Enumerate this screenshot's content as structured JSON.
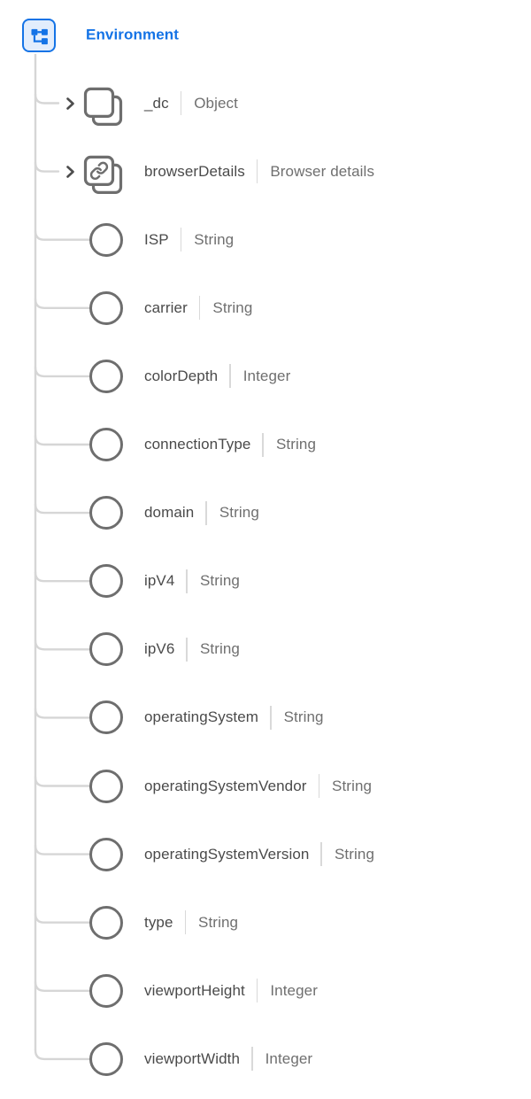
{
  "colors": {
    "accent": "#1473E6",
    "tree_line": "#D6D6D6",
    "node_stroke": "#6E6E6E",
    "field_name_text": "#4A4A4A",
    "field_type_text": "#6F6F6F",
    "root_icon_fill": "#E2EDFC"
  },
  "tree": {
    "root": {
      "label": "Environment",
      "icon": "schema-icon"
    },
    "fields": [
      {
        "name": "_dc",
        "type": "Object",
        "kind": "object",
        "icon": "object-icon",
        "expandable": true
      },
      {
        "name": "browserDetails",
        "type": "Browser details",
        "kind": "reference",
        "icon": "reference-icon",
        "expandable": true
      },
      {
        "name": "ISP",
        "type": "String",
        "kind": "field",
        "icon": "field-circle-icon",
        "expandable": false
      },
      {
        "name": "carrier",
        "type": "String",
        "kind": "field",
        "icon": "field-circle-icon",
        "expandable": false
      },
      {
        "name": "colorDepth",
        "type": "Integer",
        "kind": "field",
        "icon": "field-circle-icon",
        "expandable": false
      },
      {
        "name": "connectionType",
        "type": "String",
        "kind": "field",
        "icon": "field-circle-icon",
        "expandable": false
      },
      {
        "name": "domain",
        "type": "String",
        "kind": "field",
        "icon": "field-circle-icon",
        "expandable": false
      },
      {
        "name": "ipV4",
        "type": "String",
        "kind": "field",
        "icon": "field-circle-icon",
        "expandable": false
      },
      {
        "name": "ipV6",
        "type": "String",
        "kind": "field",
        "icon": "field-circle-icon",
        "expandable": false
      },
      {
        "name": "operatingSystem",
        "type": "String",
        "kind": "field",
        "icon": "field-circle-icon",
        "expandable": false
      },
      {
        "name": "operatingSystemVendor",
        "type": "String",
        "kind": "field",
        "icon": "field-circle-icon",
        "expandable": false
      },
      {
        "name": "operatingSystemVersion",
        "type": "String",
        "kind": "field",
        "icon": "field-circle-icon",
        "expandable": false
      },
      {
        "name": "type",
        "type": "String",
        "kind": "field",
        "icon": "field-circle-icon",
        "expandable": false
      },
      {
        "name": "viewportHeight",
        "type": "Integer",
        "kind": "field",
        "icon": "field-circle-icon",
        "expandable": false
      },
      {
        "name": "viewportWidth",
        "type": "Integer",
        "kind": "field",
        "icon": "field-circle-icon",
        "expandable": false
      }
    ]
  }
}
